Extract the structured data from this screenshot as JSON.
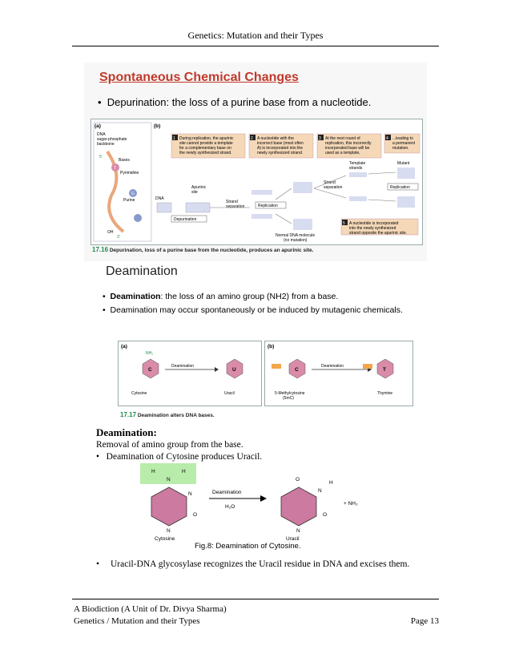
{
  "header": {
    "title": "Genetics: Mutation and their Types"
  },
  "slide1": {
    "title": "Spontaneous Chemical Changes",
    "bullet": "Depurination: the loss of a purine base from a nucleotide.",
    "fig_a_label": "(a)",
    "fig_b_label": "(b)",
    "fig_a_text": [
      "DNA",
      "sugar-phosphate",
      "backbone",
      "5'",
      "Bases",
      "T",
      "Pyrimidine",
      "G",
      "Purine",
      "OH",
      "3'"
    ],
    "steps": [
      {
        "num": "1",
        "text": "During replication, the apurinic site cannot provide a template for a complementary base on the newly synthesized strand."
      },
      {
        "num": "2",
        "text": "A nucleotide with the incorrect base (most often A) is incorporated into the newly synthesized strand."
      },
      {
        "num": "3",
        "text": "At the next round of replication, this incorrectly incorporated base will be used as a template,"
      },
      {
        "num": "4",
        "text": "...leading to a permanent mutation."
      },
      {
        "num": "5",
        "text": "A nucleotide is incorporated into the newly synthesized strand opposite the apurinic site."
      }
    ],
    "labels": {
      "dna": "DNA",
      "apurinic_site": "Apurinic site",
      "depurination": "Depurination",
      "strand_separation": "Strand separation",
      "replication": "Replication",
      "normal_dna": "Normal DNA molecule (no mutation)",
      "template_strands": "Template strands",
      "mutant": "Mutant"
    },
    "caption_num": "17.16",
    "caption": "Depurination, loss of a purine base from the nucleotide, produces an apurinic site."
  },
  "slide2": {
    "title": "Deamination",
    "bullet1_bold": "Deamination",
    "bullet1_rest": ": the loss of an amino group (NH2) from a base.",
    "bullet2": "Deamination may occur spontaneously or be induced by mutagenic chemicals.",
    "fig_a_label": "(a)",
    "fig_b_label": "(b)",
    "arrow_label": "Deamination",
    "names": [
      "Cytosine",
      "Uracil",
      "5-Methylcytosine (5mC)",
      "Thymine"
    ],
    "ring_letters": [
      "C",
      "U",
      "C",
      "T"
    ],
    "caption_num": "17.17",
    "caption": "Deamination alters DNA bases."
  },
  "section3": {
    "title": "Deamination:",
    "line1": "Removal of amino group from the base.",
    "bullet1": "Deamination of Cytosine produces Uracil.",
    "arrow_top": "Deamination",
    "arrow_bottom": "H₂O",
    "plus_nh3": "+  NH₃",
    "left_name": "Cytosine",
    "right_name": "Uracil",
    "fig_caption": "Fig.8: Deamination of Cytosine.",
    "bullet2": "Uracil-DNA glycosylase recognizes the Uracil residue in DNA and excises them."
  },
  "footer": {
    "line1": "A Biodiction (A Unit of Dr. Divya Sharma)",
    "line2": "Genetics / Mutation and their Types",
    "page": "Page 13"
  },
  "colors": {
    "title_red": "#c0392b",
    "caption_green": "#1e8a4a",
    "base_pink": "#d98ba8",
    "step_orange": "#f4d8b8",
    "amino_green": "#9bd88a"
  }
}
